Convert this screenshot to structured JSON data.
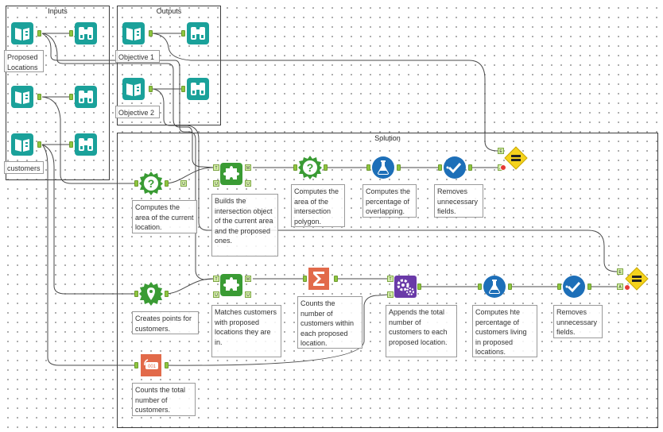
{
  "containers": {
    "inputs": {
      "title": "Inputs"
    },
    "outputs": {
      "title": "Outputs"
    },
    "solution": {
      "title": "Solution"
    }
  },
  "notes": {
    "proposed_locations": "Proposed Locations",
    "customers": "customers",
    "objective1": "Objective 1",
    "objective2": "Objective 2",
    "area_current": "Computes the area of the current location.",
    "builds_intersection": "Builds the intersection object of the current area and the proposed ones.",
    "area_intersection": "Computes the area of the intersection polygon.",
    "pct_overlap": "Computes the percentage of overlapping.",
    "removes1": "Removes unnecessary fields.",
    "create_points": "Creates points for customers.",
    "matches": "Matches customers with proposed locations they are in.",
    "counts_within": "Counts the number of customers within each proposed location.",
    "appends_total": "Appends the total number of customers to each proposed location.",
    "pct_living": "Computes hte percentage of customers living in proposed locations.",
    "removes2": "Removes unnecessary fields.",
    "counts_total": "Counts the total number of customers."
  },
  "anchors": {
    "target": "T",
    "universe": "U",
    "match": "M",
    "expected": "E",
    "actual": "A",
    "left": "L"
  },
  "icons": {
    "input": "book-icon",
    "browse": "binoculars-icon",
    "spatial_info": "question-badge-icon",
    "spatial_process": "puzzle-icon",
    "formula": "flask-icon",
    "select": "checkmark-icon",
    "test": "equals-diamond-icon",
    "summarize": "sigma-icon",
    "append": "gears-icon",
    "create_points": "map-pin-icon",
    "count_records": "counter-icon"
  },
  "colors": {
    "input_green": "#1aa19a",
    "spatial_green": "#3a9b34",
    "blue": "#1d6fb8",
    "summarize_red": "#e26a4a",
    "append_purple": "#6a3aa8",
    "test_yellow": "#f4d21c",
    "wire": "#4a4a4a"
  }
}
